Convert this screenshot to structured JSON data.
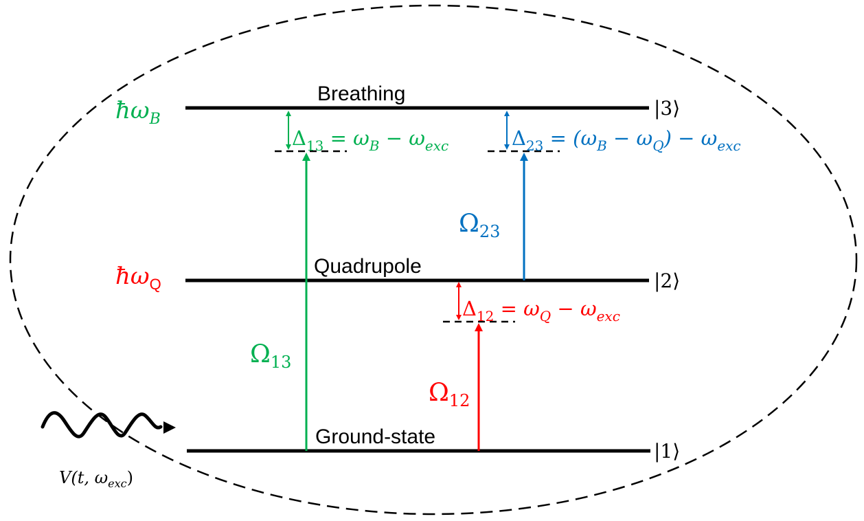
{
  "colors": {
    "green": "#00b050",
    "blue": "#0070c0",
    "red": "#ff0000",
    "black": "#000000"
  },
  "levels": [
    {
      "name": "Breathing",
      "ket": "|3⟩",
      "energy": {
        "main": "ħω",
        "sub": "B"
      }
    },
    {
      "name": "Quadrupole",
      "ket": "|2⟩",
      "energy": {
        "main": "ħω",
        "sub": "Q"
      }
    },
    {
      "name": "Ground-state",
      "ket": "|1⟩"
    }
  ],
  "detunings": {
    "d13": {
      "sym": "Δ",
      "sub": "13",
      "eq": " = ω",
      "s1": "B",
      "rest": " − ω",
      "s2": "exc"
    },
    "d23": {
      "sym": "Δ",
      "sub": "23",
      "eq": " = (ω",
      "s1": "B",
      "rest": " −  ω",
      "s2": "Q",
      "rest2": ") − ω",
      "s3": "exc"
    },
    "d12": {
      "sym": "Δ",
      "sub": "12",
      "eq": " = ω",
      "s1": "Q",
      "rest": " − ω",
      "s2": "exc"
    }
  },
  "couplings": {
    "o13": {
      "sym": "Ω",
      "sub": "13"
    },
    "o23": {
      "sym": "Ω",
      "sub": "23"
    },
    "o12": {
      "sym": "Ω",
      "sub": "12"
    }
  },
  "drive": {
    "pre": "V(t, ω",
    "sub": "exc",
    "post": ")"
  }
}
